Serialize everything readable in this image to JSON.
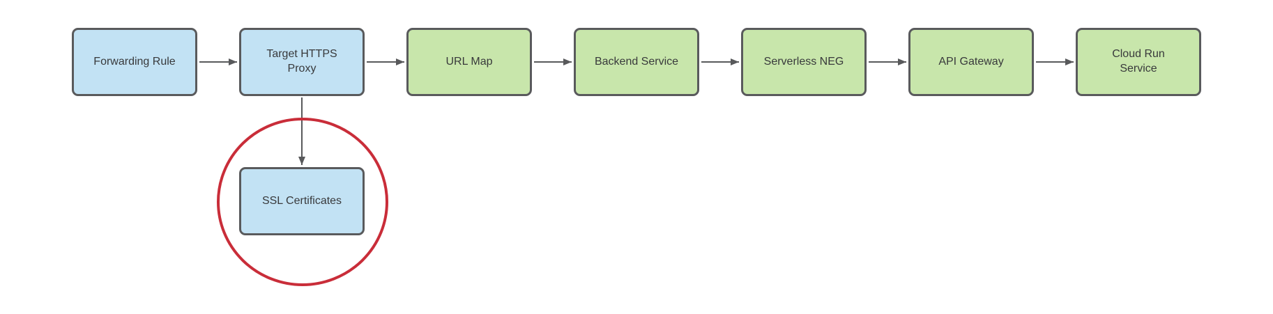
{
  "diagram": {
    "type": "flowchart",
    "background": "#ffffff",
    "colors": {
      "node_fill_blue": "#c2e2f4",
      "node_fill_green": "#c8e6ab",
      "node_border": "#595a5c",
      "node_text": "#38393b",
      "connector": "#58595b",
      "highlight": "#c92d39"
    },
    "nodes": [
      {
        "id": "forwarding-rule",
        "label": "Forwarding Rule",
        "fill": "blue"
      },
      {
        "id": "target-https-proxy",
        "label": "Target HTTPS Proxy",
        "fill": "blue"
      },
      {
        "id": "url-map",
        "label": "URL Map",
        "fill": "green"
      },
      {
        "id": "backend-service",
        "label": "Backend Service",
        "fill": "green"
      },
      {
        "id": "serverless-neg",
        "label": "Serverless NEG",
        "fill": "green"
      },
      {
        "id": "api-gateway",
        "label": "API Gateway",
        "fill": "green"
      },
      {
        "id": "cloud-run-service",
        "label": "Cloud Run Service",
        "fill": "green"
      },
      {
        "id": "ssl-certificates",
        "label": "SSL Certificates",
        "fill": "blue"
      }
    ],
    "edges": [
      {
        "from": "forwarding-rule",
        "to": "target-https-proxy",
        "direction": "right"
      },
      {
        "from": "target-https-proxy",
        "to": "url-map",
        "direction": "right"
      },
      {
        "from": "url-map",
        "to": "backend-service",
        "direction": "right"
      },
      {
        "from": "backend-service",
        "to": "serverless-neg",
        "direction": "right"
      },
      {
        "from": "serverless-neg",
        "to": "api-gateway",
        "direction": "right"
      },
      {
        "from": "api-gateway",
        "to": "cloud-run-service",
        "direction": "right"
      },
      {
        "from": "target-https-proxy",
        "to": "ssl-certificates",
        "direction": "down"
      }
    ],
    "annotations": [
      {
        "type": "ellipse-highlight",
        "around": "ssl-certificates",
        "color": "#c92d39"
      }
    ]
  }
}
